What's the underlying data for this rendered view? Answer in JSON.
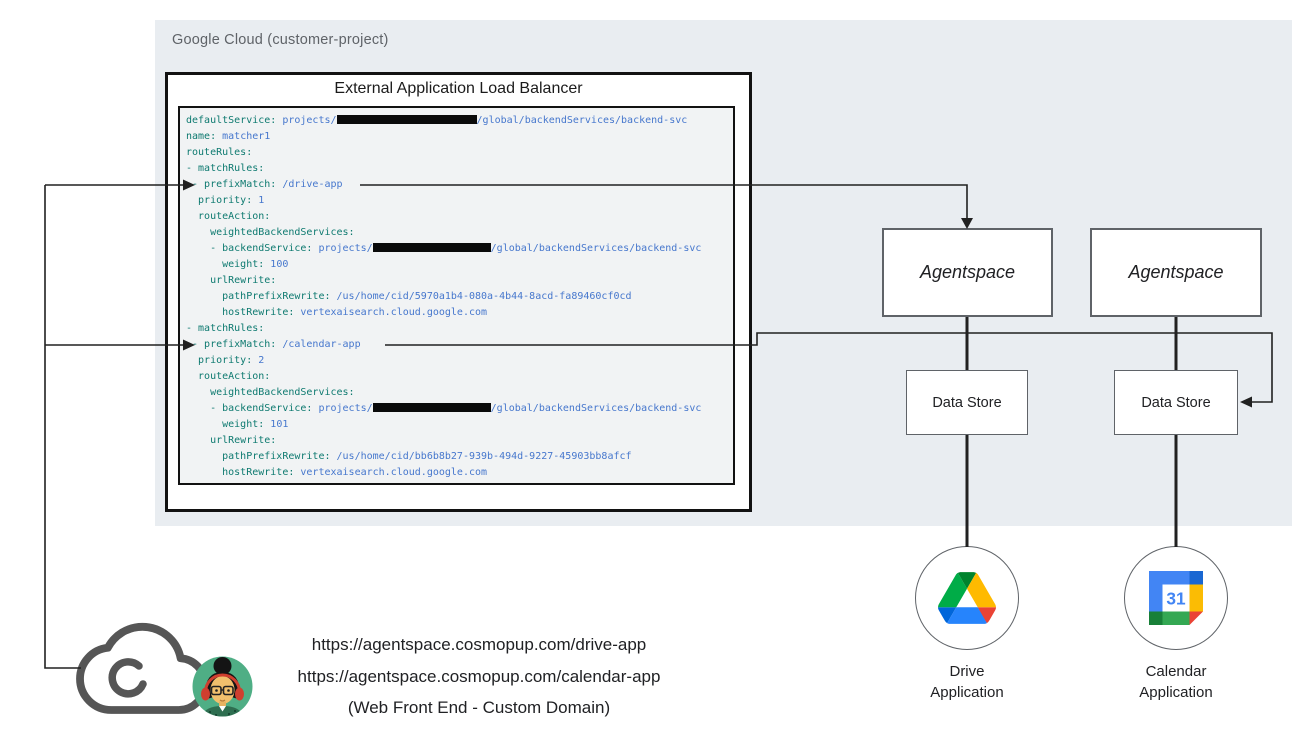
{
  "colors": {
    "panel_bg": "#e9edf1",
    "code_bg": "#f1f3f4",
    "yaml_key": "#0e7a70",
    "yaml_value": "#4677cd",
    "line": "#212121",
    "box_border": "#5f6368",
    "cloud_gray": "#565656",
    "avatar_green": "#4fae85",
    "drive_logo": {
      "light_blue": "#0066da",
      "green": "#00ac47",
      "red": "#ea4335",
      "dark_green": "#00832d",
      "blue": "#2684fc",
      "yellow": "#ffba00"
    },
    "calendar_logo": {
      "blue": "#4285f4",
      "dark_blue": "#1967d2",
      "yellow": "#fbbc04",
      "green": "#34a853",
      "dark_green": "#188038",
      "red": "#ea4335",
      "digit_blue": "#4285f4"
    }
  },
  "panel": {
    "label": "Google Cloud (customer-project)"
  },
  "load_balancer": {
    "title": "External Application Load Balancer",
    "code_lines": [
      [
        {
          "k": "defaultService:"
        },
        {
          "v": " projects/"
        },
        {
          "r": 140
        },
        {
          "v": "/global/backendServices/backend-svc"
        }
      ],
      [
        {
          "k": "name:"
        },
        {
          "v": " matcher1"
        }
      ],
      [
        {
          "k": "routeRules:"
        }
      ],
      [
        {
          "k": "- matchRules:"
        }
      ],
      [
        {
          "k": " - prefixMatch:"
        },
        {
          "v": " /drive-app"
        }
      ],
      [
        {
          "k": "  priority:"
        },
        {
          "v": " 1"
        }
      ],
      [
        {
          "k": "  routeAction:"
        }
      ],
      [
        {
          "k": "    weightedBackendServices:"
        }
      ],
      [
        {
          "k": "    - backendService:"
        },
        {
          "v": " projects/"
        },
        {
          "r": 118
        },
        {
          "v": "/global/backendServices/backend-svc"
        }
      ],
      [
        {
          "k": "      weight:"
        },
        {
          "v": " 100"
        }
      ],
      [
        {
          "k": "    urlRewrite:"
        }
      ],
      [
        {
          "k": "      pathPrefixRewrite:"
        },
        {
          "v": " /us/home/cid/5970a1b4-080a-4b44-8acd-fa89460cf0cd"
        }
      ],
      [
        {
          "k": "      hostRewrite:"
        },
        {
          "v": " vertexaisearch.cloud.google.com"
        }
      ],
      [
        {
          "k": "- matchRules:"
        }
      ],
      [
        {
          "k": " - prefixMatch:"
        },
        {
          "v": " /calendar-app"
        }
      ],
      [
        {
          "k": "  priority:"
        },
        {
          "v": " 2"
        }
      ],
      [
        {
          "k": "  routeAction:"
        }
      ],
      [
        {
          "k": "    weightedBackendServices:"
        }
      ],
      [
        {
          "k": "    - backendService:"
        },
        {
          "v": " projects/"
        },
        {
          "r": 118
        },
        {
          "v": "/global/backendServices/backend-svc"
        }
      ],
      [
        {
          "k": "      weight:"
        },
        {
          "v": " 101"
        }
      ],
      [
        {
          "k": "    urlRewrite:"
        }
      ],
      [
        {
          "k": "      pathPrefixRewrite:"
        },
        {
          "v": " /us/home/cid/bb6b8b27-939b-494d-9227-45903bb8afcf"
        }
      ],
      [
        {
          "k": "      hostRewrite:"
        },
        {
          "v": " vertexaisearch.cloud.google.com"
        }
      ]
    ]
  },
  "agentspace_left": {
    "label": "Agentspace"
  },
  "agentspace_right": {
    "label": "Agentspace"
  },
  "datastore_left": {
    "label": "Data Store"
  },
  "datastore_right": {
    "label": "Data Store"
  },
  "drive_app": {
    "icon": "google-drive-icon",
    "label_line1": "Drive",
    "label_line2": "Application"
  },
  "calendar_app": {
    "icon": "google-calendar-icon",
    "day": "31",
    "label_line1": "Calendar",
    "label_line2": "Application"
  },
  "frontend": {
    "url1": "https://agentspace.cosmopup.com/drive-app",
    "url2": "https://agentspace.cosmopup.com/calendar-app",
    "caption": "(Web Front End - Custom Domain)"
  }
}
